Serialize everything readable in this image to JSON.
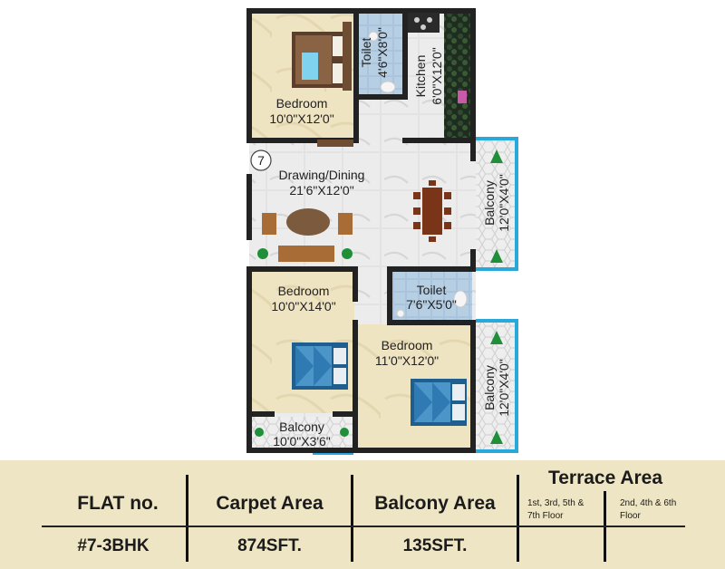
{
  "plan": {
    "unit_number": "7",
    "rooms": [
      {
        "name": "Bedroom",
        "size": "10'0\"X12'0\""
      },
      {
        "name": "Toilet",
        "size": "4'6\"X8'0\""
      },
      {
        "name": "Kitchen",
        "size": "6'0\"X12'0\""
      },
      {
        "name": "Drawing/Dining",
        "size": "21'6\"X12'0\""
      },
      {
        "name": "Balcony",
        "size": "12'0\"X4'0\""
      },
      {
        "name": "Bedroom",
        "size": "10'0\"X14'0\""
      },
      {
        "name": "Toilet",
        "size": "7'6\"X5'0\""
      },
      {
        "name": "Bedroom",
        "size": "11'0\"X12'0\""
      },
      {
        "name": "Balcony",
        "size": "12'0\"X4'0\""
      },
      {
        "name": "Balcony",
        "size": "10'0\"X3'6\""
      }
    ]
  },
  "table": {
    "headers": {
      "flat": "FLAT no.",
      "carpet": "Carpet Area",
      "balcony": "Balcony Area",
      "terrace": "Terrace Area",
      "terrace_sub1": "1st, 3rd, 5th & 7th Floor",
      "terrace_sub2": "2nd, 4th  & 6th Floor"
    },
    "row": {
      "flat": "#7-3BHK",
      "carpet": "874SFT.",
      "balcony": "135SFT.",
      "terrace1": "",
      "terrace2": ""
    }
  }
}
